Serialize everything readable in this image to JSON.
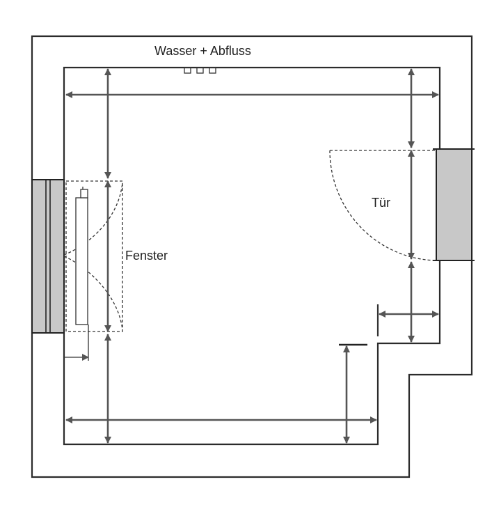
{
  "labels": {
    "water": "Wasser + Abfluss",
    "window": "Fenster",
    "door": "Tür"
  },
  "colors": {
    "wall": "#2b2b2b",
    "dimension": "#555555",
    "opening_fill": "#c8c8c8",
    "background": "#ffffff"
  },
  "icons": [
    "water-outlet-icon",
    "radiator-icon",
    "door-swing-icon",
    "window-swing-icon"
  ]
}
